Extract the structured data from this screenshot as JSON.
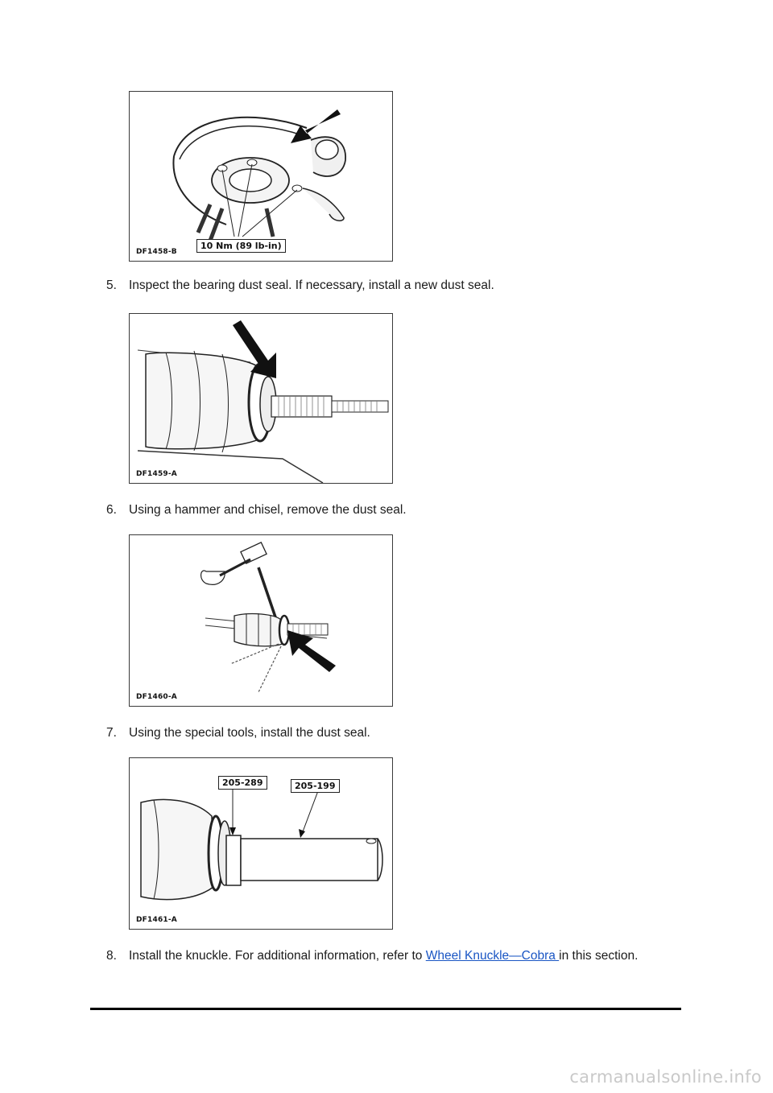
{
  "figures": [
    {
      "code": "DF1458-B",
      "callout": "10 Nm (89 lb-in)"
    },
    {
      "code": "DF1459-A"
    },
    {
      "code": "DF1460-A"
    },
    {
      "code": "DF1461-A",
      "tool_labels": [
        "205-289",
        "205-199"
      ]
    }
  ],
  "steps": [
    {
      "num": "5.",
      "text": "Inspect the bearing dust seal. If necessary, install a new dust seal."
    },
    {
      "num": "6.",
      "text": "Using a hammer and chisel, remove the dust seal."
    },
    {
      "num": "7.",
      "text": "Using the special tools, install the dust seal."
    },
    {
      "num": "8.",
      "text": "Install the knuckle. For additional information, refer to ",
      "link": "Wheel Knuckle—Cobra ",
      "suffix": "in this section."
    }
  ],
  "watermark": "carmanualsonline.info",
  "colors": {
    "link": "#1a56c4",
    "text": "#1b1b1b",
    "rule": "#000000"
  }
}
